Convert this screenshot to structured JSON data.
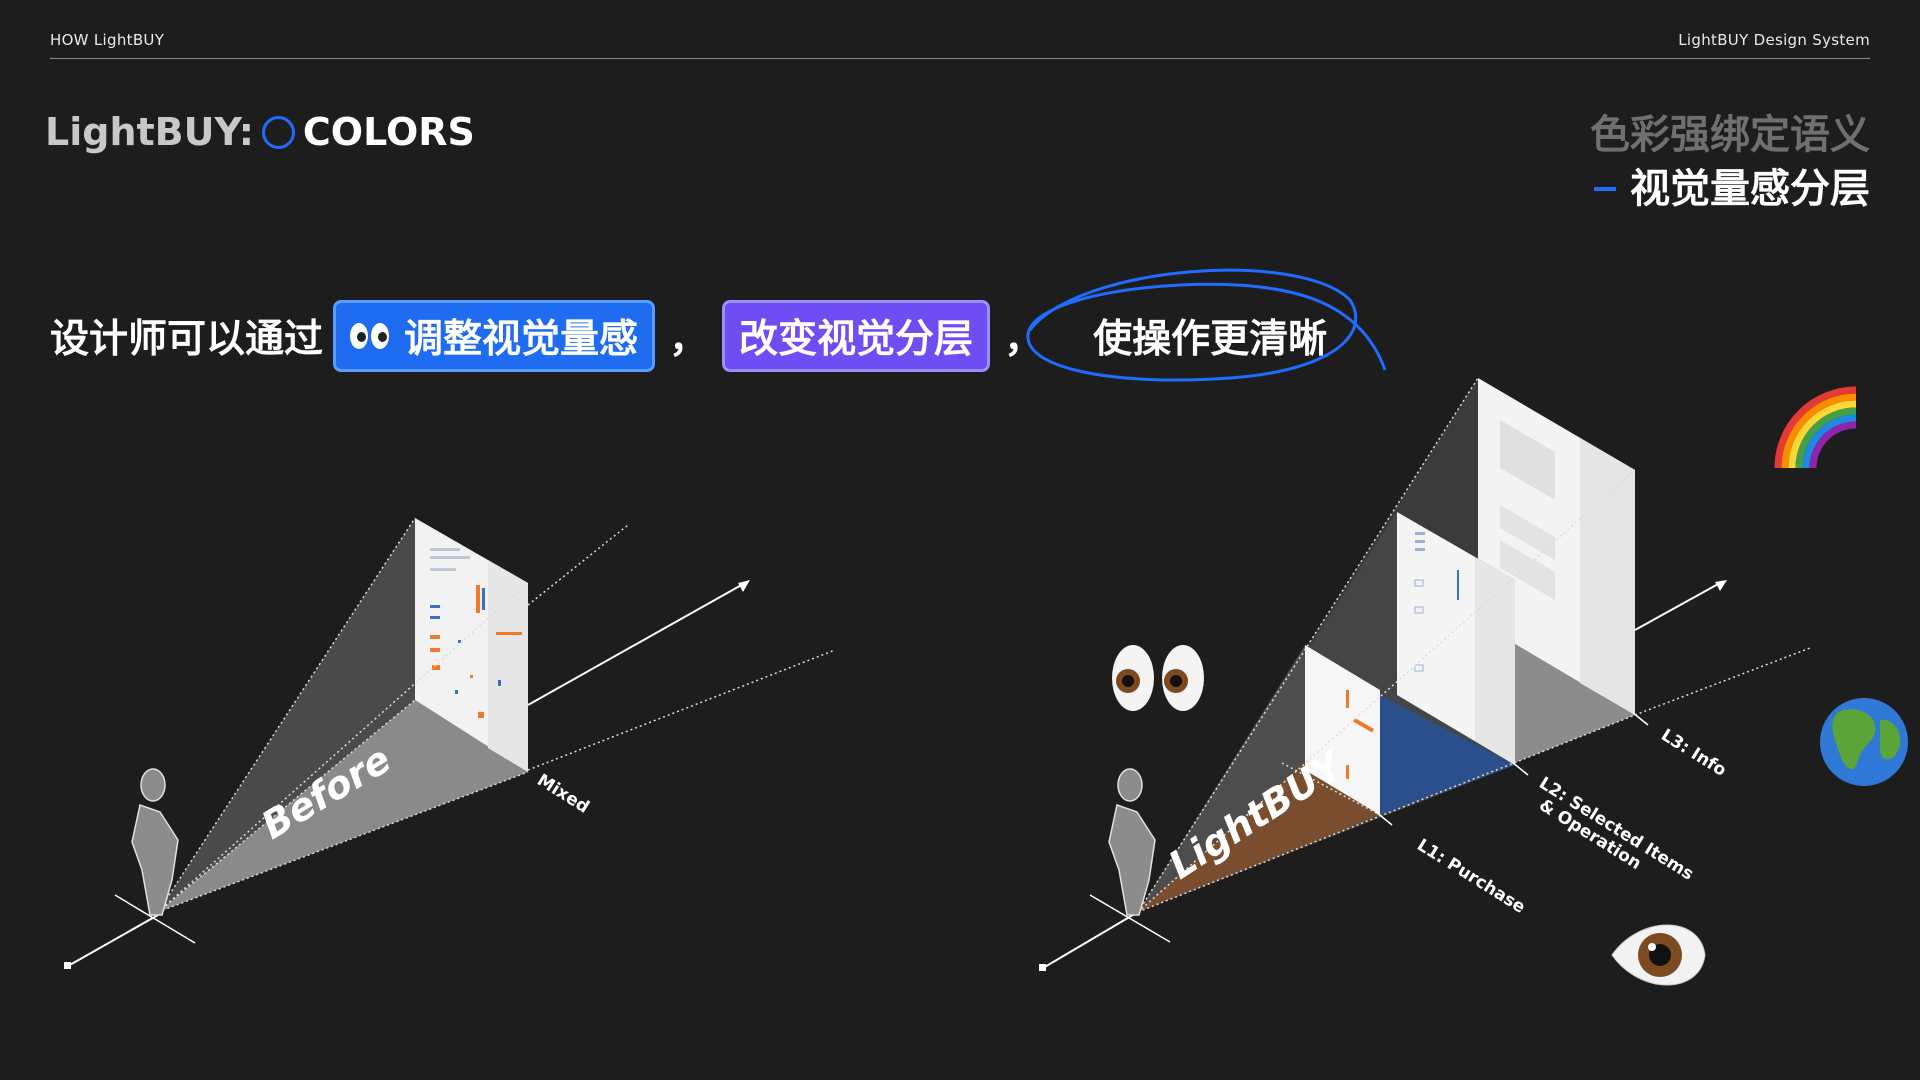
{
  "header": {
    "left": "HOW LightBUY",
    "right": "LightBUY Design System"
  },
  "title": {
    "prefix": "LightBUY:",
    "main": "COLORS"
  },
  "top_right": {
    "line1": "色彩强绑定语义",
    "line2": "视觉量感分层"
  },
  "headline": {
    "lead": "设计师可以通过",
    "chip1": "调整视觉量感",
    "comma1": "，",
    "chip2": "改变视觉分层",
    "comma2": "，",
    "circled": "使操作更清晰"
  },
  "diagram_left": {
    "beam_label": "Before",
    "axis_label": "Mixed"
  },
  "diagram_right": {
    "beam_label": "LightBUY",
    "level1": "L1: Purchase",
    "level2_a": "L2: Selected Items",
    "level2_b": "& Operation",
    "level3": "L3: Info"
  },
  "colors": {
    "accent_blue": "#1f6cff",
    "chip_blue": "#1f6cf0",
    "chip_purple": "#6e4ef2",
    "level1_brown": "#7a4d2e",
    "level2_blue": "#2b4f8a",
    "highlight_orange": "#f07a2a"
  },
  "icons": [
    "eyes-icon",
    "rainbow-icon",
    "globe-icon",
    "eye-icon",
    "person-icon"
  ]
}
